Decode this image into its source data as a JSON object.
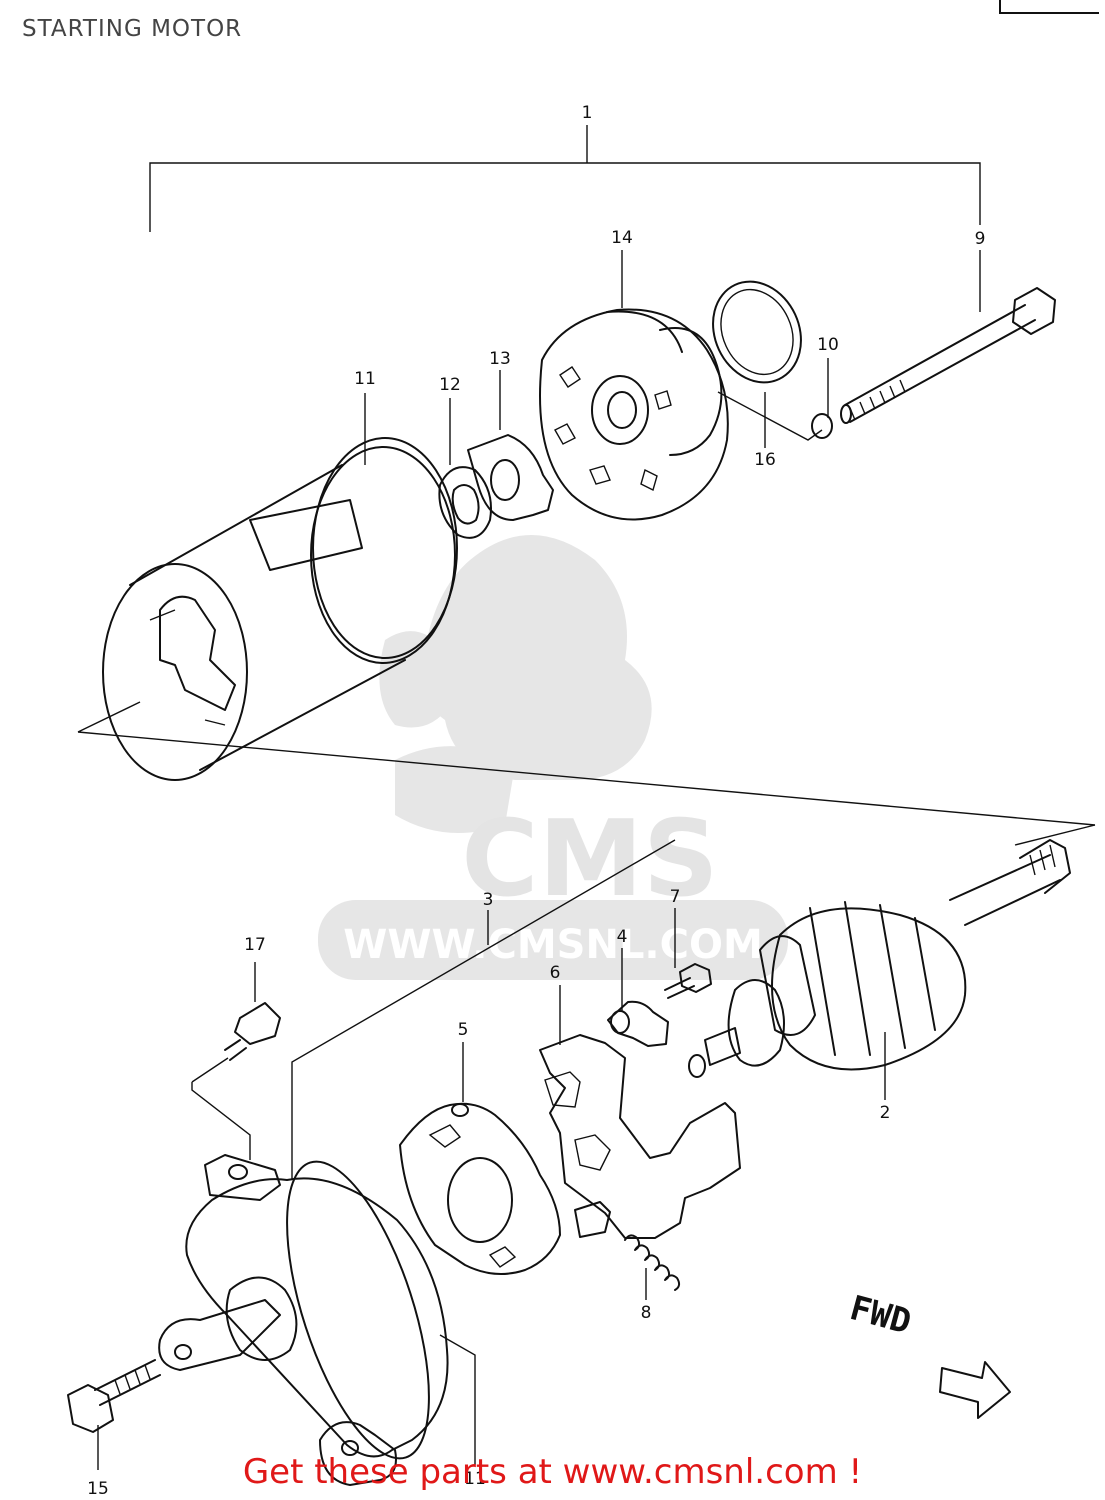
{
  "title": "STARTING MOTOR",
  "watermark": {
    "brand": "CMS",
    "url": "WWW.CMSNL.COM"
  },
  "fwd_label": "FWD",
  "callouts": {
    "c1": "1",
    "c2": "2",
    "c3": "3",
    "c4": "4",
    "c5": "5",
    "c6": "6",
    "c7": "7",
    "c8": "8",
    "c9": "9",
    "c10": "10",
    "c11a": "11",
    "c11b": "11",
    "c12": "12",
    "c13": "13",
    "c14": "14",
    "c15": "15",
    "c16": "16",
    "c17": "17"
  },
  "footer": {
    "link_text": "Get these parts at www.cmsnl.com !"
  },
  "colors": {
    "link": "#e01818",
    "line": "#111111",
    "watermark": "#e6e6e6"
  }
}
